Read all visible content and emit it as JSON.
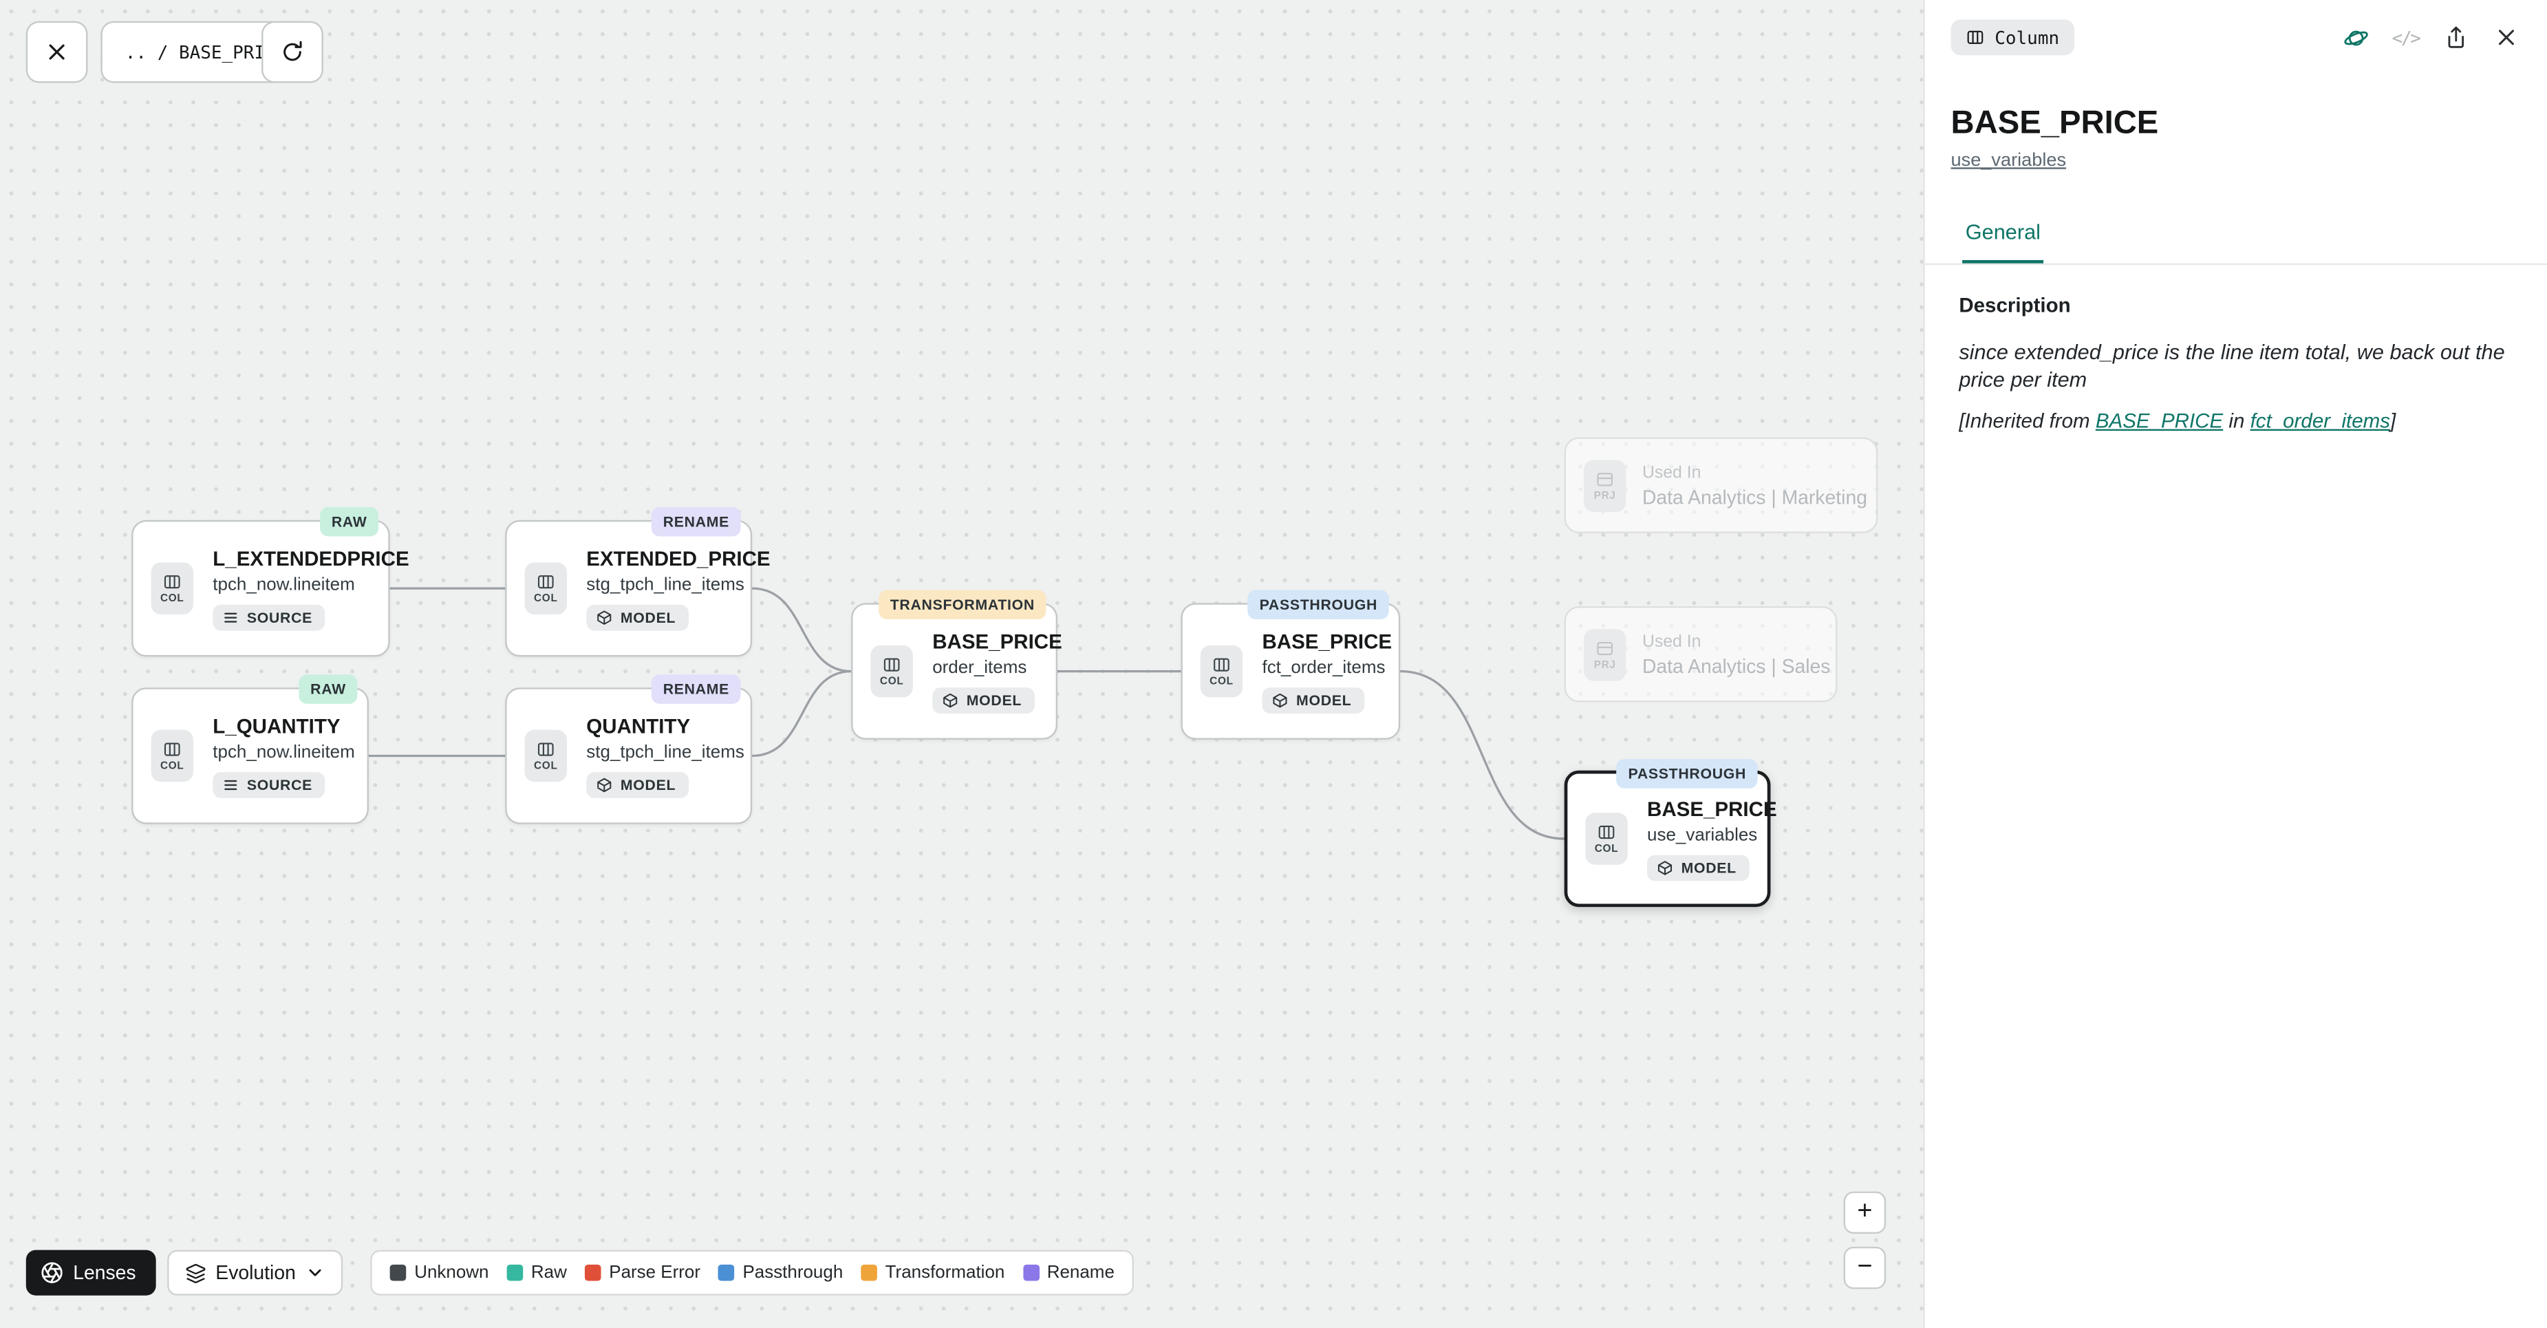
{
  "canvas": {
    "toolbar": {
      "breadcrumb": ".. / BASE_PRICE"
    },
    "nodes": [
      {
        "title": "L_EXTENDEDPRICE",
        "subtitle": "tpch_now.lineitem",
        "badge": "SOURCE",
        "tag": "RAW",
        "icon": "COL"
      },
      {
        "title": "L_QUANTITY",
        "subtitle": "tpch_now.lineitem",
        "badge": "SOURCE",
        "tag": "RAW",
        "icon": "COL"
      },
      {
        "title": "EXTENDED_PRICE",
        "subtitle": "stg_tpch_line_items",
        "badge": "MODEL",
        "tag": "RENAME",
        "icon": "COL"
      },
      {
        "title": "QUANTITY",
        "subtitle": "stg_tpch_line_items",
        "badge": "MODEL",
        "tag": "RENAME",
        "icon": "COL"
      },
      {
        "title": "BASE_PRICE",
        "subtitle": "order_items",
        "badge": "MODEL",
        "tag": "TRANSFORMATION",
        "icon": "COL"
      },
      {
        "title": "BASE_PRICE",
        "subtitle": "fct_order_items",
        "badge": "MODEL",
        "tag": "PASSTHROUGH",
        "icon": "COL"
      },
      {
        "title": "BASE_PRICE",
        "subtitle": "use_variables",
        "badge": "MODEL",
        "tag": "PASSTHROUGH",
        "icon": "COL",
        "selected": true
      }
    ],
    "used_in": [
      {
        "label": "Used In",
        "value": "Data Analytics | Marketing",
        "icon": "PRJ"
      },
      {
        "label": "Used In",
        "value": "Data Analytics | Sales",
        "icon": "PRJ"
      }
    ],
    "footer": {
      "lenses": "Lenses",
      "evolution": "Evolution",
      "legend": [
        {
          "label": "Unknown",
          "color": "#43484c"
        },
        {
          "label": "Raw",
          "color": "#35b89f"
        },
        {
          "label": "Parse Error",
          "color": "#e05038"
        },
        {
          "label": "Passthrough",
          "color": "#4b8fd4"
        },
        {
          "label": "Transformation",
          "color": "#efa43a"
        },
        {
          "label": "Rename",
          "color": "#8b77e8"
        }
      ]
    },
    "zoom_controls": {
      "zoom_in": "+",
      "zoom_out": "−"
    }
  },
  "panel": {
    "type_chip": "Column",
    "code_icon_label": "</>",
    "title": "BASE_PRICE",
    "model_link": "use_variables",
    "tabs": [
      {
        "label": "General"
      }
    ],
    "section_heading": "Description",
    "description_body": "since extended_price is the line item total, we back out the price per item",
    "inherited": {
      "prefix": "[Inherited from ",
      "column_link": "BASE_PRICE",
      "middle": " in ",
      "model_link": "fct_order_items",
      "suffix": "]"
    }
  },
  "colors": {
    "accent_teal": "#0e7566",
    "tag_raw_bg": "#c9f0df",
    "tag_rename_bg": "#e2dffa",
    "tag_transformation_bg": "#fbe8c3",
    "tag_passthrough_bg": "#d4e6f8",
    "canvas_bg": "#eff0f0"
  },
  "icons": [
    "close-icon",
    "refresh-icon",
    "column-icon",
    "source-icon",
    "model-cube-icon",
    "project-icon",
    "lenses-aperture-icon",
    "layers-icon",
    "chevron-down-icon",
    "planet-icon",
    "code-icon",
    "share-icon",
    "zoom-in-icon",
    "zoom-out-icon"
  ]
}
